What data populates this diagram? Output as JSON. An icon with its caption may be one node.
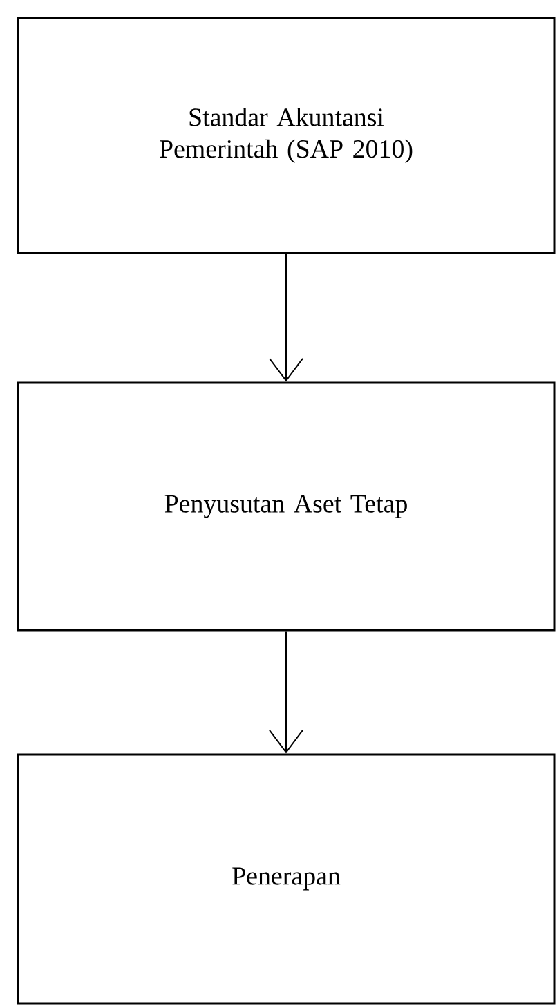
{
  "diagram": {
    "nodes": [
      {
        "text": [
          "Standar Akuntansi Pemerintah (SAP 2010)"
        ]
      },
      {
        "text": [
          "Penyusutan Aset Tetap"
        ]
      },
      {
        "text": [
          "Penerapan"
        ]
      }
    ],
    "edges": [
      {
        "from": 0,
        "to": 1,
        "arrow": "to"
      },
      {
        "from": 1,
        "to": 2,
        "arrow": "to"
      }
    ]
  }
}
